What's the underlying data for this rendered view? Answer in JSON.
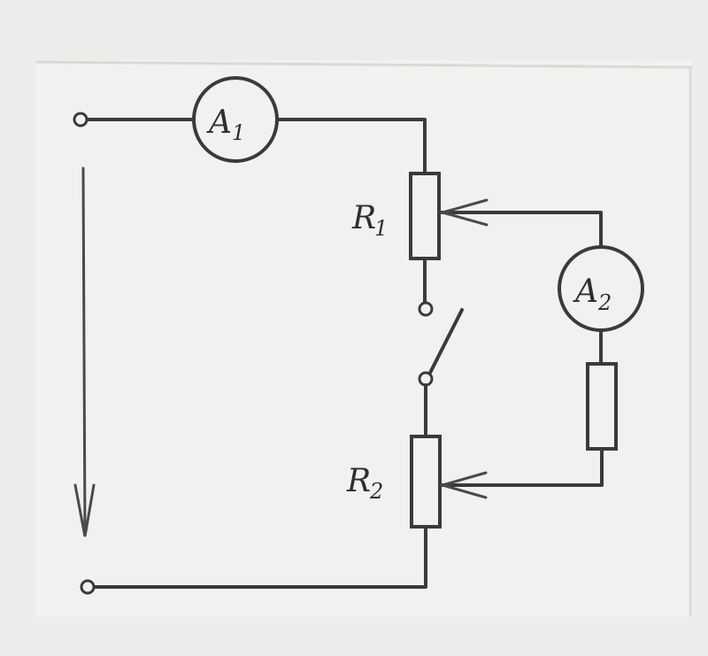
{
  "labels": {
    "ammeter1": {
      "main": "A",
      "sub": "1"
    },
    "ammeter2": {
      "main": "A",
      "sub": "2"
    },
    "resistor1": {
      "main": "R",
      "sub": "1"
    },
    "resistor2": {
      "main": "R",
      "sub": "2"
    }
  },
  "colors": {
    "background": "#ececea",
    "panel": "#f1f1ef",
    "line": "#3a3a3a",
    "text": "#2e2e2e"
  }
}
